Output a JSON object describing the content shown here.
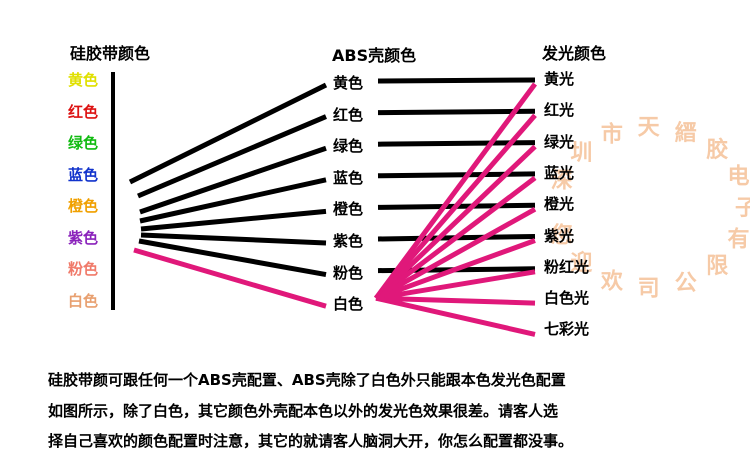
{
  "headers": {
    "strap": "硅胶带颜色",
    "shell": "ABS壳颜色",
    "light": "发光颜色"
  },
  "strap_colors": [
    {
      "label": "黄色",
      "color": "#e0e000"
    },
    {
      "label": "红色",
      "color": "#dd1111"
    },
    {
      "label": "绿色",
      "color": "#11bb11"
    },
    {
      "label": "蓝色",
      "color": "#1133cc"
    },
    {
      "label": "橙色",
      "color": "#f0a000"
    },
    {
      "label": "紫色",
      "color": "#8a22bb"
    },
    {
      "label": "粉色",
      "color": "#f07a6a"
    },
    {
      "label": "白色",
      "color": "#e8a070"
    }
  ],
  "shell_colors": [
    "黄色",
    "红色",
    "绿色",
    "蓝色",
    "橙色",
    "紫色",
    "粉色",
    "白色"
  ],
  "light_colors": [
    "黄光",
    "红光",
    "绿光",
    "蓝光",
    "橙光",
    "紫光",
    "粉红光",
    "白色光",
    "七彩光"
  ],
  "watermark_text": "深圳市天縉胶电子有限公司欢迎您",
  "line_colors": {
    "normal": "#000000",
    "white": "#e0187a"
  },
  "description": [
    "硅胶带颜可跟任何一个ABS壳配置、ABS壳除了白色外只能跟本色发光色配置",
    "如图所示，除了白色，其它颜色外壳配本色以外的发光色效果很差。请客人选",
    "择自己喜欢的颜色配置时注意，其它的就请客人脑洞大开，你怎么配置都没事。"
  ]
}
